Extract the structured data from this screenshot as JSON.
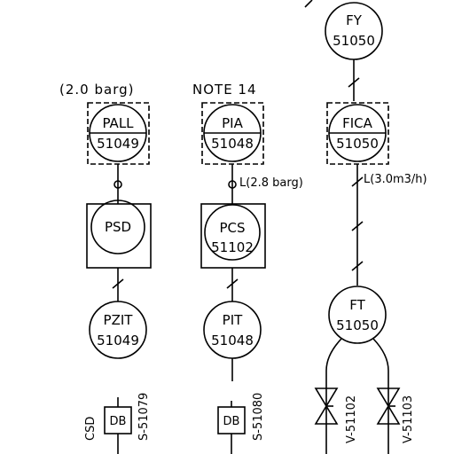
{
  "notes": {
    "pressure_left": "(2.0 barg)",
    "note14": "NOTE 14"
  },
  "instruments": {
    "fy": {
      "top": "FY",
      "bottom": "51050"
    },
    "pall": {
      "top": "PALL",
      "bottom": "51049"
    },
    "pia": {
      "top": "PIA",
      "bottom": "51048"
    },
    "fica": {
      "top": "FICA",
      "bottom": "51050"
    },
    "psd": {
      "top": "PSD"
    },
    "pcs": {
      "top": "PCS",
      "bottom": "51102"
    },
    "pzit": {
      "top": "PZIT",
      "bottom": "51049"
    },
    "pit": {
      "top": "PIT",
      "bottom": "51048"
    },
    "ft": {
      "top": "FT",
      "bottom": "51050"
    }
  },
  "line_labels": {
    "pia_setpoint": "L(2.8 barg)",
    "fica_setpoint": "L(3.0m3/h)"
  },
  "boxes": {
    "db_left": "DB",
    "db_right": "DB"
  },
  "vertical_labels": {
    "csd": "CSD",
    "s51079": "S-51079",
    "s51080": "S-51080",
    "v51102": "V-51102",
    "v51103": "V-51103"
  }
}
